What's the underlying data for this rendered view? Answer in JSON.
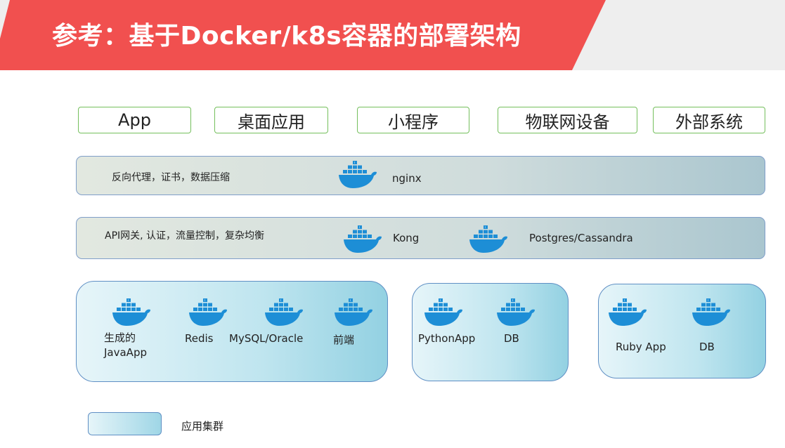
{
  "title": "参考：基于Docker/k8s容器的部署架构",
  "colors": {
    "banner": "#f1504f",
    "client_border": "#74bf5c",
    "whale": "#1d8ed6"
  },
  "clients": [
    {
      "label": "App"
    },
    {
      "label": "桌面应用"
    },
    {
      "label": "小程序"
    },
    {
      "label": "物联网设备"
    },
    {
      "label": "外部系统"
    }
  ],
  "proxy_layer": {
    "description": "反向代理，证书，数据压缩",
    "nginx_label": "nginx",
    "icon": "docker-whale-icon"
  },
  "gateway_layer": {
    "description": "API网关, 认证，流量控制，复杂均衡",
    "kong_label": "Kong",
    "db_label": "Postgres/Cassandra",
    "icon": "docker-whale-icon"
  },
  "clusters": {
    "java": {
      "items": [
        "生成的\nJavaApp",
        "Redis",
        "MySQL/Oracle",
        "前端"
      ]
    },
    "python": {
      "items": [
        "PythonApp",
        "DB"
      ]
    },
    "ruby": {
      "items": [
        "Ruby App",
        "DB"
      ]
    }
  },
  "legend": {
    "label": "应用集群"
  }
}
